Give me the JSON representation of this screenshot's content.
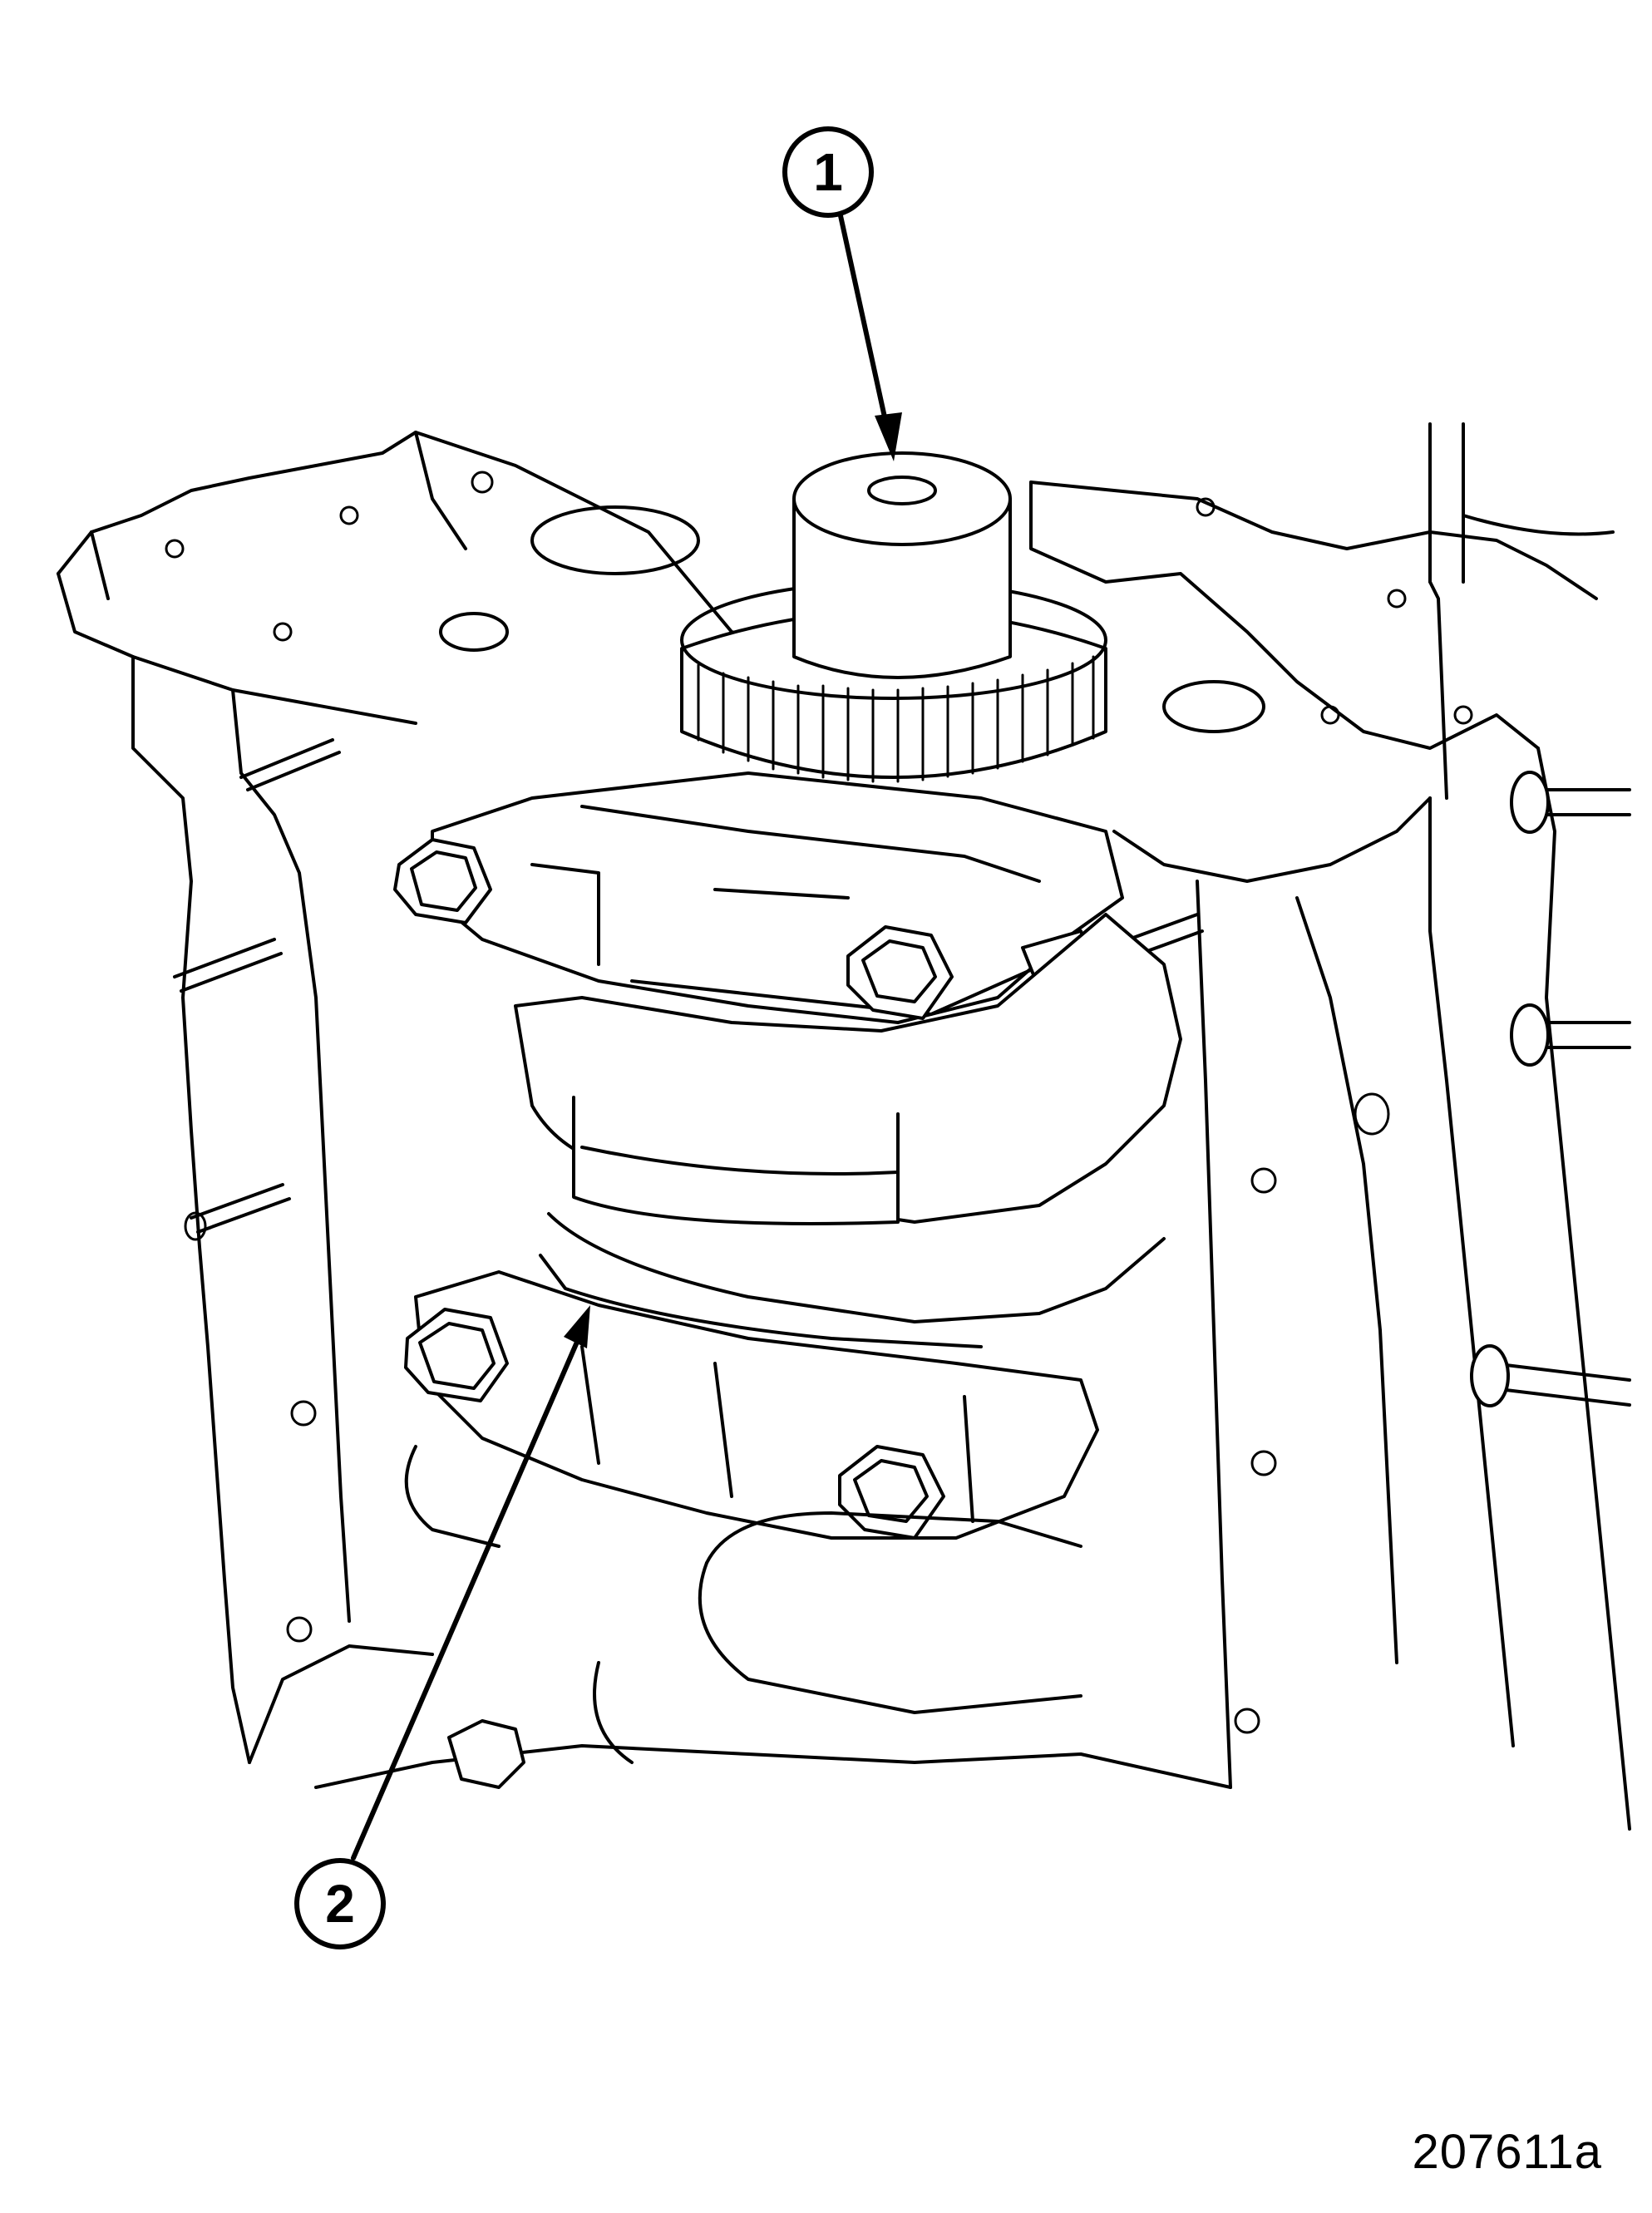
{
  "callouts": [
    {
      "label": "1"
    },
    {
      "label": "2"
    }
  ],
  "figure_id": "207611a",
  "colors": {
    "line": "#000000",
    "background": "#ffffff"
  }
}
